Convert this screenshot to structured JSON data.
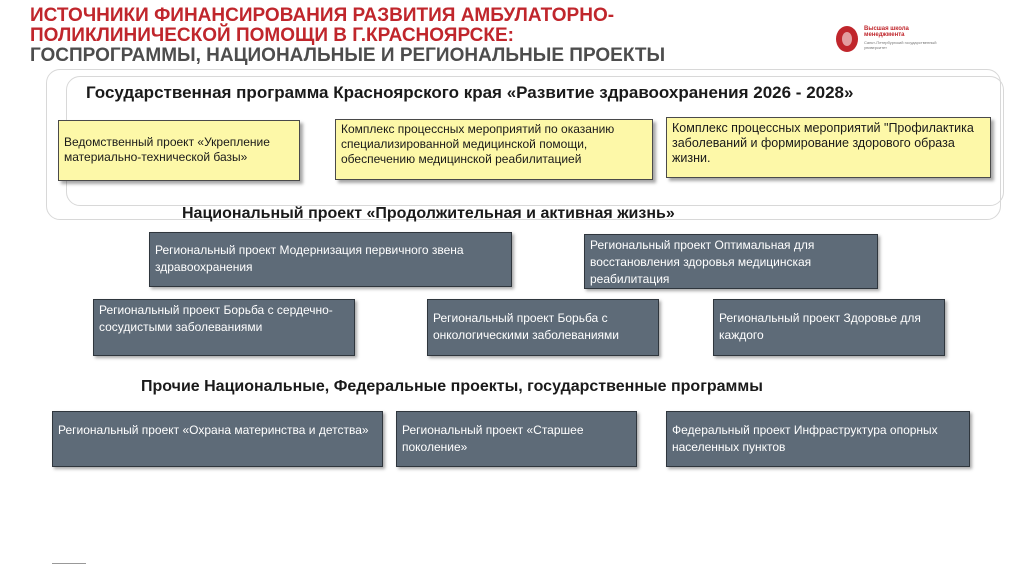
{
  "header": {
    "title_line1": "ИСТОЧНИКИ ФИНАНСИРОВАНИЯ  РАЗВИТИЯ АМБУЛАТОРНО-",
    "title_line2": "ПОЛИКЛИНИЧЕСКОЙ ПОМОЩИ В Г.КРАСНОЯРСКЕ:",
    "title_line3": "ГОСПРОГРАММЫ, НАЦИОНАЛЬНЫЕ И РЕГИОНАЛЬНЫЕ ПРОЕКТЫ",
    "colors": {
      "title_primary": "#c0262c",
      "title_secondary": "#4d4d4d"
    }
  },
  "logo": {
    "name": "Высшая школа менеджмента",
    "subtitle": "Санкт-Петербургский государственный университет"
  },
  "sections": {
    "gov_program": {
      "heading": "Государственная программа Красноярского края «Развитие здравоохранения 2026 -  2028»",
      "boxes": [
        "Ведомственный проект «Укрепление материально-технической базы»",
        "Комплекс процессных  мероприятий по оказанию специализированной медицинской помощи, обеспечению медицинской реабилитацией",
        "Комплекс процессных мероприятий \"Профилактика заболеваний и формирование здорового образа жизни."
      ]
    },
    "national_project": {
      "heading": "Национальный проект «Продолжительная и активная жизнь»",
      "boxes": [
        "Региональный проект Модернизация первичного звена здравоохранения",
        "Региональный проект Оптимальная для восстановления здоровья медицинская реабилитация",
        "Региональный проект Борьба с сердечно-сосудистыми заболеваниями",
        "Региональный проект Борьба с онкологическими заболеваниями",
        "Региональный проект Здоровье для каждого"
      ]
    },
    "other_projects": {
      "heading": "Прочие Национальные, Федеральные проекты, государственные программы",
      "boxes": [
        "Региональный проект «Охрана материнства и детства»",
        "Региональный проект «Старшее поколение»",
        "Федеральный проект Инфраструктура опорных населенных пунктов"
      ]
    }
  },
  "colors": {
    "yellow_box": "#fdf8a8",
    "gray_box": "#5e6b78"
  }
}
